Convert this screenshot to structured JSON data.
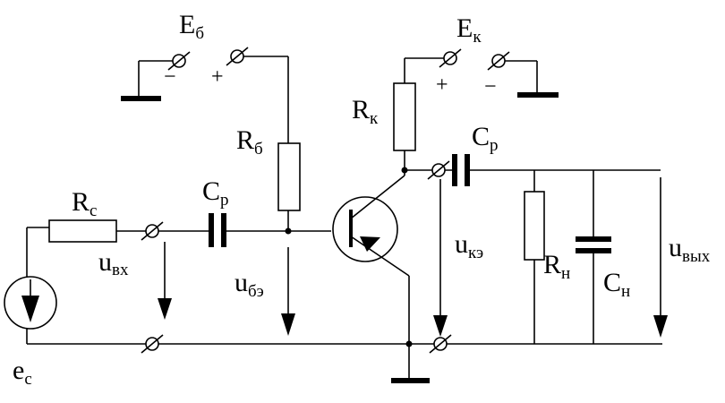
{
  "labels": {
    "e_base": {
      "main": "E",
      "sub": "б"
    },
    "e_coll": {
      "main": "E",
      "sub": "к"
    },
    "r_base": {
      "main": "R",
      "sub": "б"
    },
    "r_coll": {
      "main": "R",
      "sub": "к"
    },
    "r_src": {
      "main": "R",
      "sub": "с"
    },
    "r_load": {
      "main": "R",
      "sub": "н"
    },
    "c_in": {
      "main": "C",
      "sub": "р"
    },
    "c_out": {
      "main": "C",
      "sub": "р"
    },
    "c_load": {
      "main": "C",
      "sub": "н"
    },
    "u_in": {
      "main": "u",
      "sub": "вх"
    },
    "u_be": {
      "main": "u",
      "sub": "бэ"
    },
    "u_ce": {
      "main": "u",
      "sub": "кэ"
    },
    "u_out": {
      "main": "u",
      "sub": "вых"
    },
    "e_src": {
      "main": "e",
      "sub": "с"
    }
  },
  "polarity": {
    "base_minus": "−",
    "base_plus": "+",
    "coll_plus": "+",
    "coll_minus": "−"
  }
}
